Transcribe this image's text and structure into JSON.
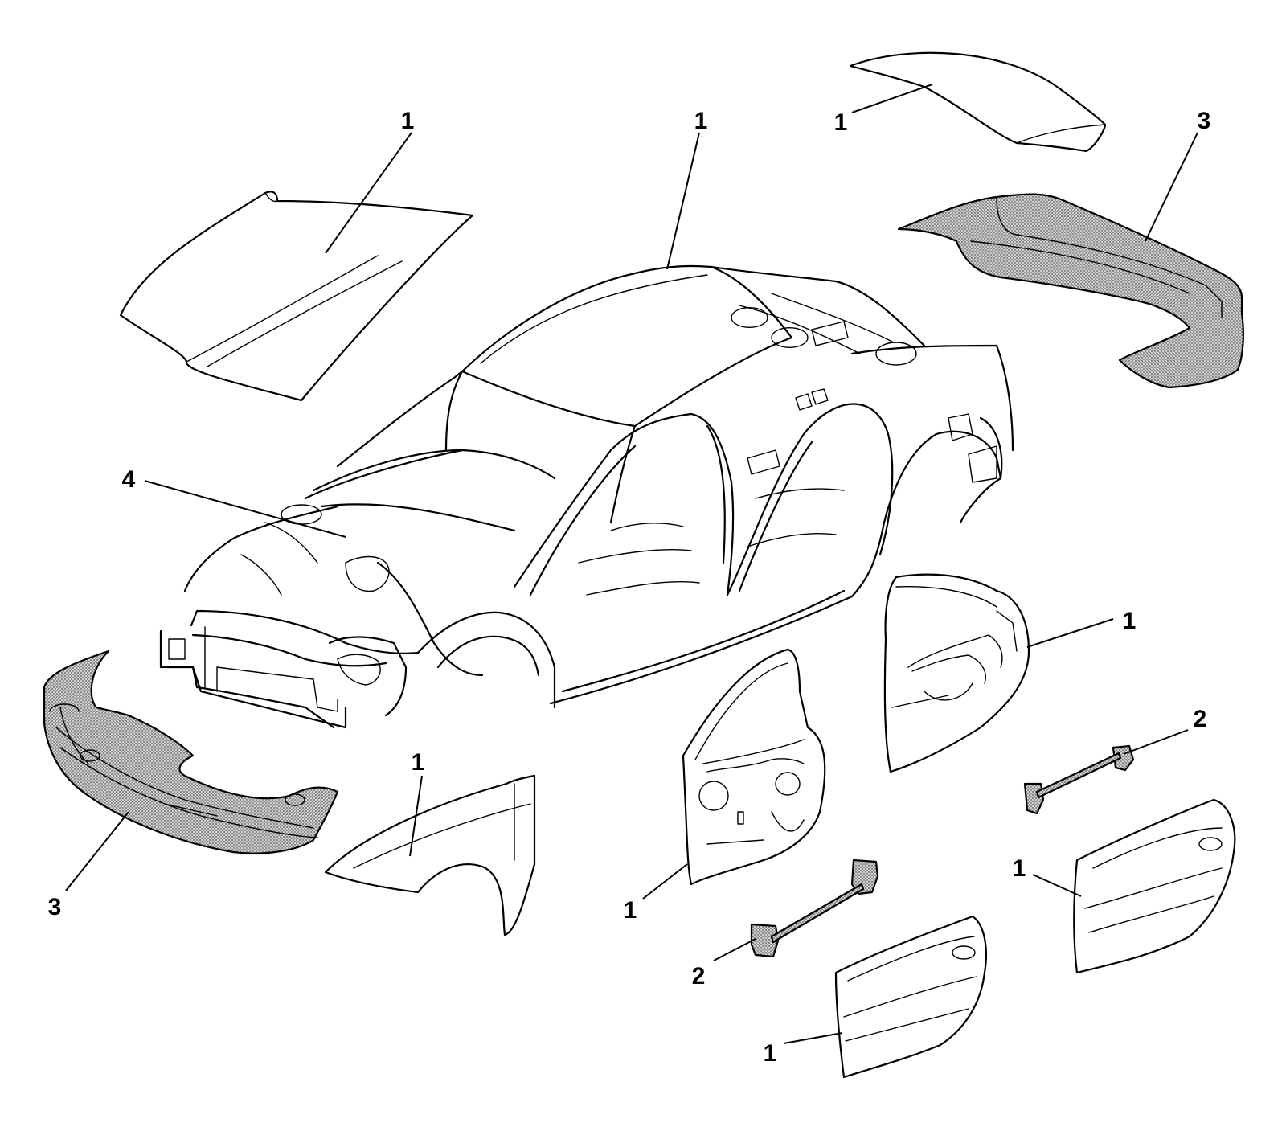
{
  "callouts": [
    {
      "id": "hood",
      "label": "1"
    },
    {
      "id": "roof",
      "label": "1"
    },
    {
      "id": "trunk-lid",
      "label": "1"
    },
    {
      "id": "rear-bumper",
      "label": "3"
    },
    {
      "id": "cowl",
      "label": "4"
    },
    {
      "id": "rear-door-frame",
      "label": "1"
    },
    {
      "id": "rear-door-beam",
      "label": "2"
    },
    {
      "id": "front-bumper",
      "label": "3"
    },
    {
      "id": "front-fender",
      "label": "1"
    },
    {
      "id": "front-door-frame",
      "label": "1"
    },
    {
      "id": "front-door-beam",
      "label": "2"
    },
    {
      "id": "rear-door-skin",
      "label": "1"
    },
    {
      "id": "front-door-skin",
      "label": "1"
    }
  ],
  "colors": {
    "line": "#000000",
    "background": "#ffffff",
    "stipple": "#7a7a7a"
  }
}
